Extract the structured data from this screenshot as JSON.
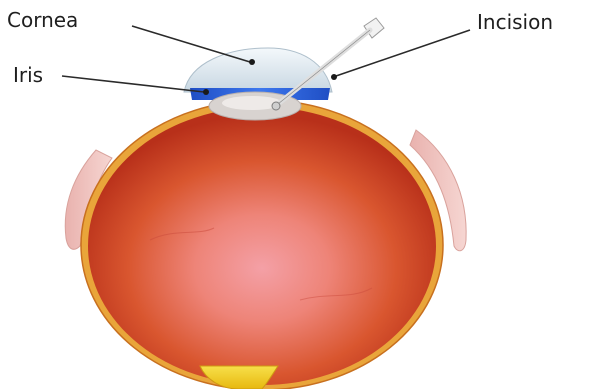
{
  "labels": {
    "cornea": "Cornea",
    "iris": "Iris",
    "incision": "Incision"
  },
  "colors": {
    "background": "#ffffff",
    "eyeball_outer": "#c23a1a",
    "eyeball_center": "#f08a86",
    "eyeball_rim": "#f0b23a",
    "cornea": "#d9e6ee",
    "iris": "#2a5fd6",
    "lens": "#d8d3d0",
    "muscle": "#f1c4c0",
    "optic_nerve": "#f5d21a",
    "instrument": "#e6e6e6",
    "leader_line": "#2a2a2a"
  }
}
